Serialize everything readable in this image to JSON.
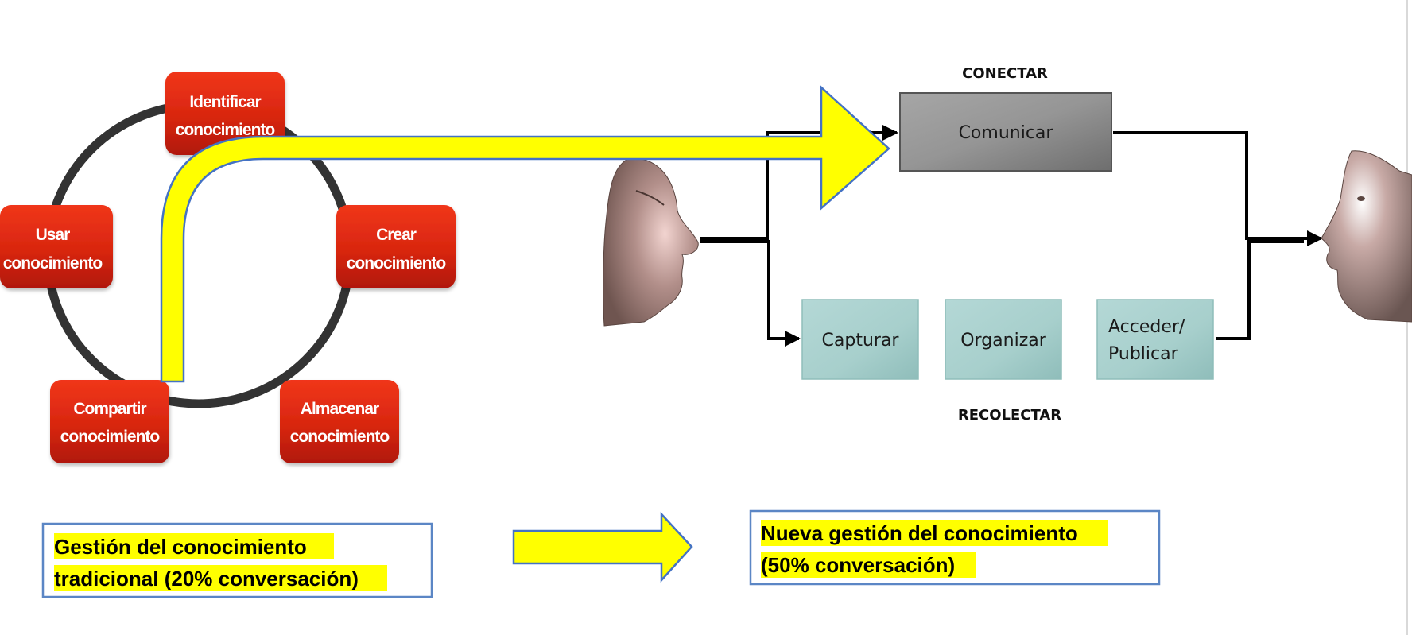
{
  "cycle": {
    "title": "Knowledge management cycle",
    "nodes": [
      {
        "id": "identificar",
        "line1": "Identificar",
        "line2": "conocimiento"
      },
      {
        "id": "crear",
        "line1": "Crear",
        "line2": "conocimiento"
      },
      {
        "id": "almacenar",
        "line1": "Almacenar",
        "line2": "conocimiento"
      },
      {
        "id": "compartir",
        "line1": "Compartir",
        "line2": "conocimiento"
      },
      {
        "id": "usar",
        "line1": "Usar",
        "line2": "conocimiento"
      }
    ]
  },
  "flow": {
    "top_heading": "CONECTAR",
    "bottom_heading": "RECOLECTAR",
    "connect_box": "Comunicar",
    "collect_boxes": [
      {
        "line1": "Capturar",
        "line2": ""
      },
      {
        "line1": "Organizar",
        "line2": ""
      },
      {
        "line1": "Acceder/",
        "line2": "Publicar"
      }
    ]
  },
  "captions": {
    "left_line1": "Gestión del conocimiento",
    "left_line2": "tradicional (20% conversación)",
    "right_line1": "Nueva gestión del conocimiento",
    "right_line2": "(50%  conversación)"
  },
  "colors": {
    "cycle_red": "#d42a12",
    "highlight_yellow": "#ffff00",
    "arrow_outline": "#4472c4",
    "connect_gray": "#8c8c8c",
    "collect_teal": "#a9d1cf"
  }
}
